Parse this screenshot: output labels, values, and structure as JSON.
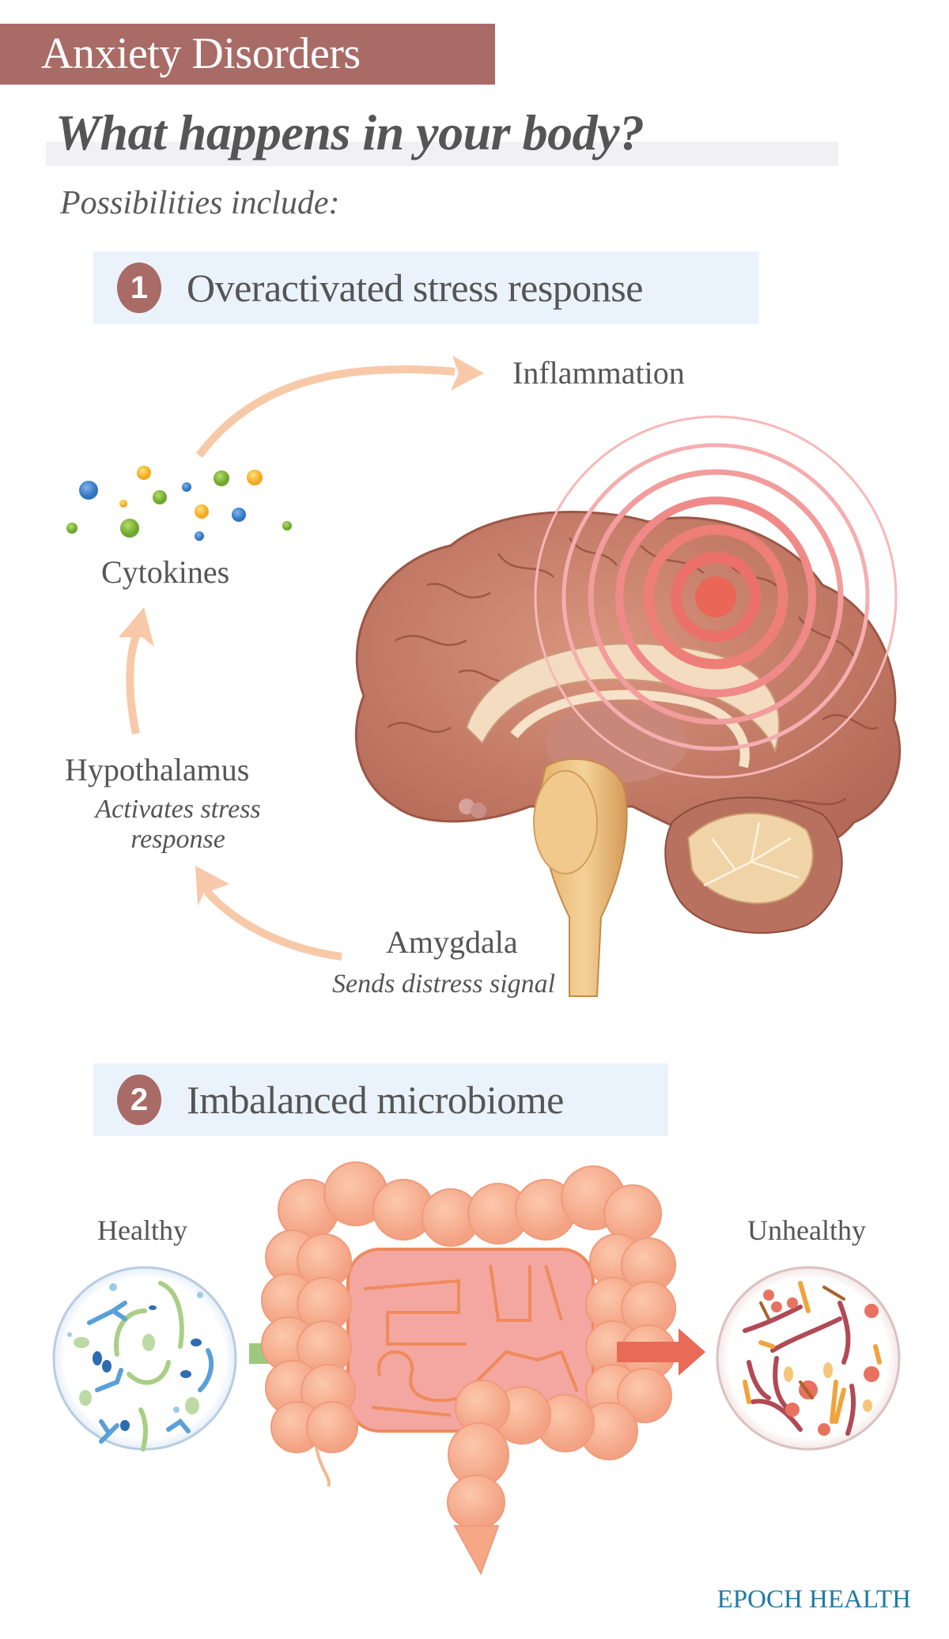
{
  "header": {
    "title": "Anxiety Disorders",
    "subtitle": "What happens in your body?",
    "intro": "Possibilities include:"
  },
  "sections": [
    {
      "number": "1",
      "label": "Overactivated stress response",
      "cycle": {
        "inflammation": {
          "label": "Inflammation"
        },
        "cytokines": {
          "label": "Cytokines"
        },
        "hypothalamus": {
          "label": "Hypothalamus",
          "description_line1": "Activates stress",
          "description_line2": "response"
        },
        "amygdala": {
          "label": "Amygdala",
          "description": "Sends distress signal"
        }
      }
    },
    {
      "number": "2",
      "label": "Imbalanced microbiome",
      "microbiome": {
        "healthy": {
          "label": "Healthy"
        },
        "unhealthy": {
          "label": "Unhealthy"
        }
      }
    }
  ],
  "colors": {
    "accent": "#a96b66",
    "section_bg": "#eaf3fc",
    "arrow": "#f8c9a8",
    "inflammation": "#ee6a5e",
    "healthy_arrow": "#9bc97e",
    "unhealthy_arrow": "#e86b58",
    "brand": "#1f7aa6"
  },
  "footer": {
    "brand": "EPOCH HEALTH"
  }
}
